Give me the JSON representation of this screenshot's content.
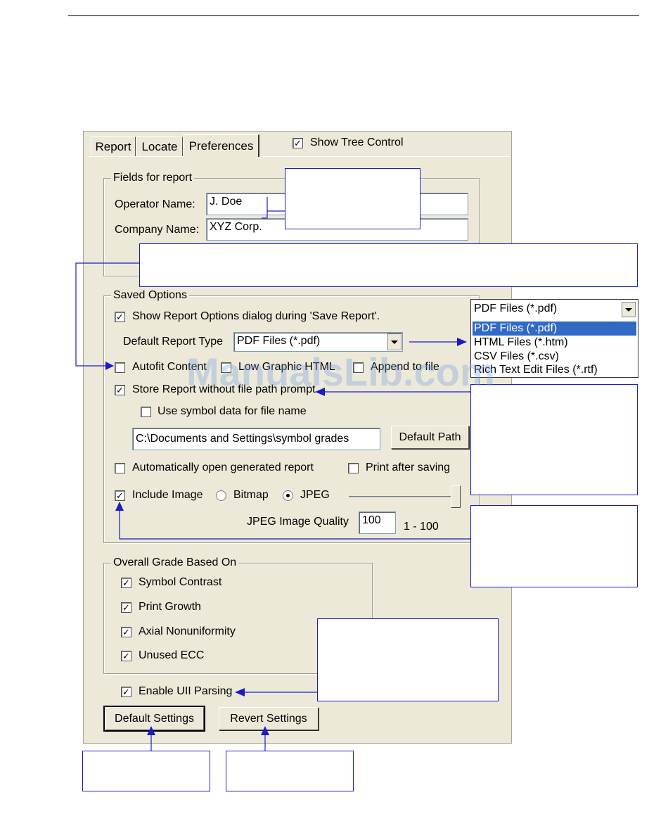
{
  "tabs": [
    "Report",
    "Locate",
    "Preferences"
  ],
  "show_tree_control": {
    "label": "Show Tree Control",
    "checked": true
  },
  "fields_group": {
    "title": "Fields for report",
    "operator_label": "Operator Name:",
    "operator_value": "J. Doe",
    "company_label": "Company Name:",
    "company_value": "XYZ Corp."
  },
  "saved_options": {
    "title": "Saved Options",
    "show_dialog_label": "Show Report Options dialog during 'Save Report'.",
    "default_type_label": "Default Report Type",
    "default_type_value": "PDF Files (*.pdf)",
    "autofit_label": "Autofit Content",
    "low_graphic_label": "Low Graphic HTML",
    "append_label": "Append to file",
    "store_label": "Store Report without file path prompt",
    "symbol_data_label": "Use symbol data for file name",
    "path_value": "C:\\Documents and Settings\\symbol grades",
    "default_path_label": "Default Path",
    "auto_open_label": "Automatically open generated report",
    "print_after_label": "Print after saving",
    "include_image_label": "Include Image",
    "bitmap_label": "Bitmap",
    "jpeg_label": "JPEG",
    "jpeg_quality_label": "JPEG Image Quality",
    "jpeg_quality_value": "100",
    "jpeg_range": "1 - 100"
  },
  "grade_group": {
    "title": "Overall Grade Based On",
    "items": [
      "Symbol Contrast",
      "Print Growth",
      "Axial Nonuniformity",
      "Unused ECC"
    ]
  },
  "enable_uii_label": "Enable UII Parsing",
  "buttons": {
    "default_settings": "Default Settings",
    "revert_settings": "Revert Settings"
  },
  "dropdown": {
    "selected": "PDF Files (*.pdf)",
    "options": [
      "PDF Files (*.pdf)",
      "HTML Files (*.htm)",
      "CSV Files (*.csv)",
      "Rich Text Edit Files (*.rtf)"
    ]
  },
  "watermark": "ManualsLib.com",
  "colors": {
    "dialog_bg": "#ece9d8",
    "callout_border": "#1a1acc",
    "selection": "#316ac5"
  }
}
